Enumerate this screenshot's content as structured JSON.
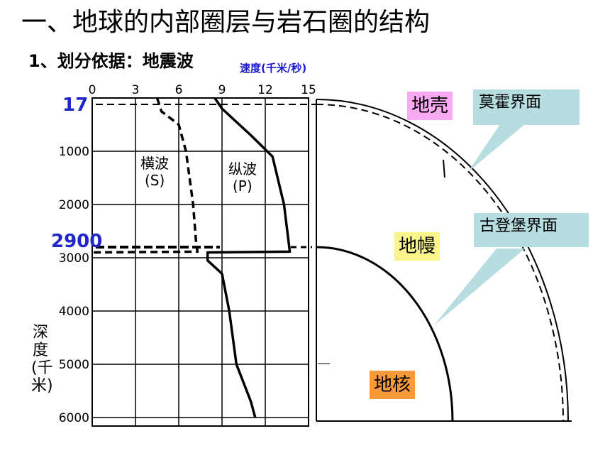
{
  "page": {
    "title": "一、地球的内部圈层与岩石圈的结构",
    "subtitle": "1、划分依据：地震波",
    "speed_axis_label": "速度(千米/秒)",
    "depth_axis_label": "深度(千米)"
  },
  "speed_ticks": [
    "0",
    "3",
    "6",
    "9",
    "12",
    "15"
  ],
  "depth_ticks": [
    "1000",
    "2000",
    "3000",
    "4000",
    "5000",
    "6000"
  ],
  "highlight_depths": [
    "17",
    "2900"
  ],
  "waves": {
    "s_wave": {
      "label": "横波",
      "sub": "(S)"
    },
    "p_wave": {
      "label": "纵波",
      "sub": "(P)"
    }
  },
  "layers": [
    {
      "name": "地壳",
      "color": "#f7a9f2"
    },
    {
      "name": "地幔",
      "color": "#fbf48c"
    },
    {
      "name": "地核",
      "color": "#f79a3a"
    }
  ],
  "boundaries": [
    {
      "name": "莫霍界面"
    },
    {
      "name": "古登堡界面"
    }
  ],
  "colors": {
    "depth_highlight": "#1f27c9",
    "callout_bg": "#b6dde0"
  },
  "chart_data": {
    "type": "line",
    "title": "",
    "xlabel": "速度(千米/秒)",
    "ylabel": "深度(千米)",
    "xlim": [
      0,
      15
    ],
    "ylim": [
      0,
      6000
    ],
    "x_ticks": [
      0,
      3,
      6,
      9,
      12,
      15
    ],
    "y_ticks": [
      1000,
      2000,
      3000,
      4000,
      5000,
      6000
    ],
    "grid": true,
    "series": [
      {
        "name": "横波(S)",
        "style": "dashed",
        "points": [
          [
            4.5,
            0
          ],
          [
            4.8,
            250
          ],
          [
            6.0,
            500
          ],
          [
            6.5,
            1000
          ],
          [
            7.0,
            2000
          ],
          [
            7.2,
            2700
          ],
          [
            7.3,
            2885
          ],
          [
            0,
            2900
          ]
        ]
      },
      {
        "name": "纵波(P)",
        "style": "solid",
        "points": [
          [
            8.5,
            0
          ],
          [
            9.0,
            200
          ],
          [
            11.0,
            700
          ],
          [
            12.5,
            1100
          ],
          [
            13.3,
            2000
          ],
          [
            13.7,
            2885
          ],
          [
            8.0,
            2900
          ],
          [
            8.0,
            3050
          ],
          [
            9.0,
            3300
          ],
          [
            9.5,
            4000
          ],
          [
            10.0,
            5000
          ],
          [
            11.0,
            5700
          ],
          [
            11.3,
            6000
          ]
        ]
      }
    ]
  }
}
